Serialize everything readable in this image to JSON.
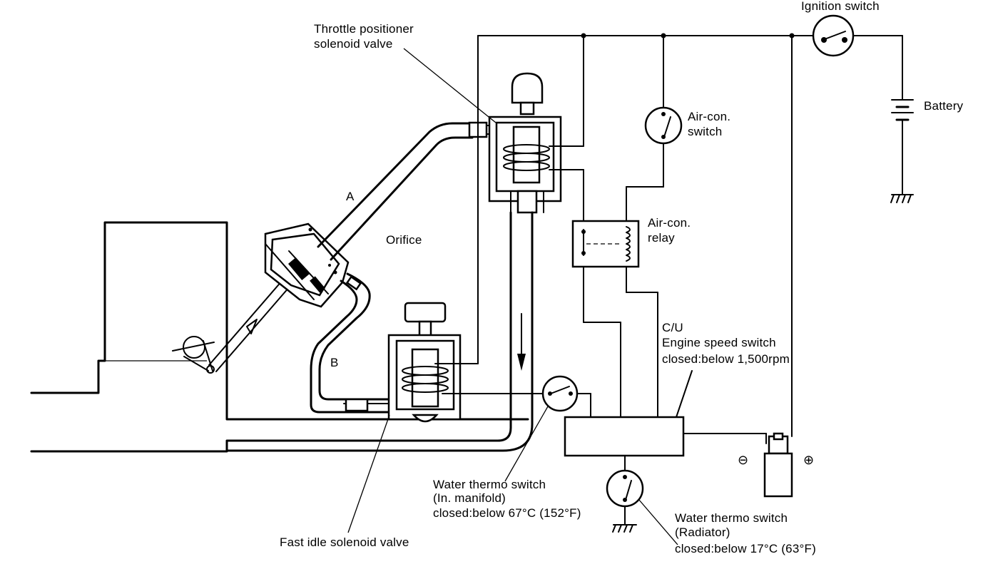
{
  "labels": {
    "ignition_switch": "Ignition switch",
    "battery": "Battery",
    "throttle_positioner_1": "Throttle positioner",
    "throttle_positioner_2": "solenoid valve",
    "aircon_switch_1": "Air-con.",
    "aircon_switch_2": "switch",
    "aircon_relay_1": "Air-con.",
    "aircon_relay_2": "relay",
    "hose_a": "A",
    "hose_b": "B",
    "orifice": "Orifice",
    "cu": "C/U",
    "engine_speed_switch": "Engine speed switch",
    "engine_speed_closed": "closed:below 1,500rpm",
    "water_thermo_manifold_1": "Water thermo switch",
    "water_thermo_manifold_2": "(In. manifold)",
    "water_thermo_manifold_3": "closed:below 67°C (152°F)",
    "fast_idle_valve": "Fast idle solenoid valve",
    "water_thermo_radiator_1": "Water thermo switch",
    "water_thermo_radiator_2": "(Radiator)",
    "water_thermo_radiator_3": "closed:below 17°C (63°F)",
    "coil_negative": "⊖",
    "coil_positive": "⊕"
  },
  "icons": {
    "ground": "ground-symbol-icon",
    "battery": "battery-icon",
    "ignition_coil": "ignition-coil-icon",
    "switch": "switch-contact-icon",
    "solenoid": "solenoid-coil-icon"
  }
}
